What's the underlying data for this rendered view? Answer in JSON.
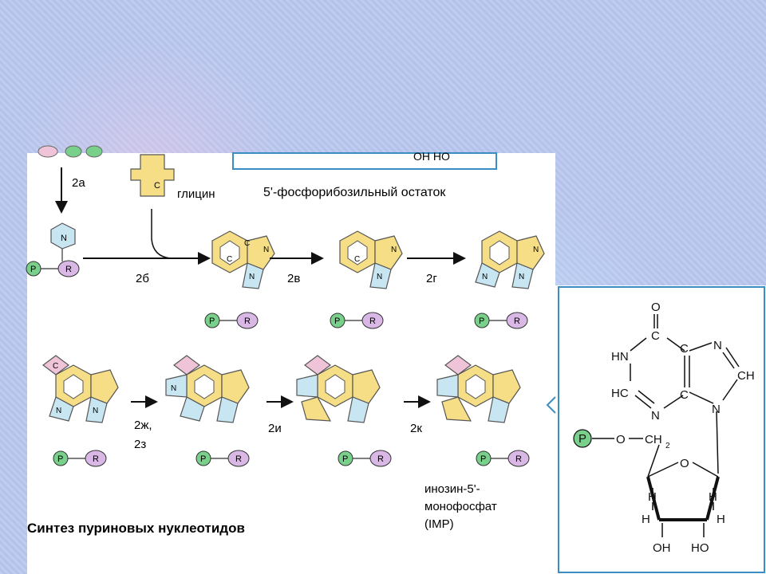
{
  "labels": {
    "step_2a": "2а",
    "glycine": "глицин",
    "phosphoribosyl": "5'-фосфорибозильный остаток",
    "oh_ho_top": "OH  HO",
    "step_2b": "2б",
    "step_2v": "2в",
    "step_2g": "2г",
    "step_2zh": "2ж,",
    "step_2z": "2з",
    "step_2i": "2и",
    "step_2k": "2к",
    "product_1": "инозин-5'-",
    "product_2": "монофосфат",
    "product_3": "(IMP)",
    "caption": "Синтез пуриновых нуклеотидов"
  },
  "glyphs": {
    "p": "P",
    "r": "R",
    "n": "N",
    "c": "C"
  },
  "imp": {
    "o_top": "O",
    "hn": "HN",
    "c1": "C",
    "n_tr": "N",
    "ch": "CH",
    "hc": "HC",
    "c2": "C",
    "c3": "C",
    "n_b": "N",
    "n9": "N",
    "p": "P",
    "o": "O",
    "ch2": "CH",
    "sub2": "2",
    "o_ring": "O",
    "h1": "H",
    "h2": "H",
    "h3": "H",
    "h4": "H",
    "oh": "OH",
    "ho": "HO"
  },
  "colors": {
    "yellow": "#f6de86",
    "blue": "#c7e6f2",
    "pink": "#efc3d8",
    "green": "#79d08a",
    "purple": "#d9b8e6"
  }
}
